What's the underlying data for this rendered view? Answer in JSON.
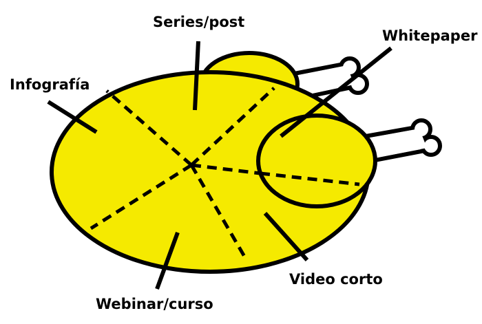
{
  "diagram": {
    "colors": {
      "fill": "#f5ea00",
      "stroke": "#000000",
      "bone": "#ffffff"
    },
    "labels": {
      "series_post": "Series/post",
      "whitepaper": "Whitepaper",
      "infografia": "Infografía",
      "video_corto": "Video corto",
      "webinar_curso": "Webinar/curso"
    }
  }
}
